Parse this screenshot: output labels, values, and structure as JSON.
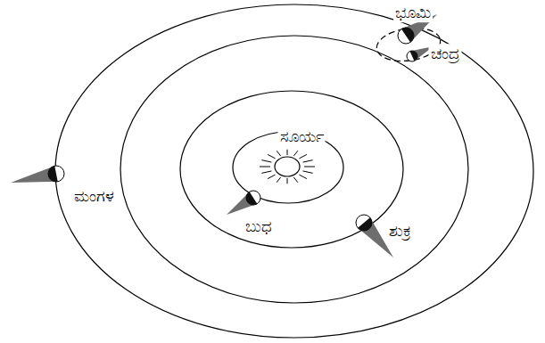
{
  "diagram": {
    "labels": [
      "ಭೂಮಿ",
      "ಚಂದ್ರ",
      "ಸೂರ್ಯ",
      "ಮಂಗಳ",
      "ಬುಧ",
      "ಶುಕ್ರ"
    ]
  }
}
